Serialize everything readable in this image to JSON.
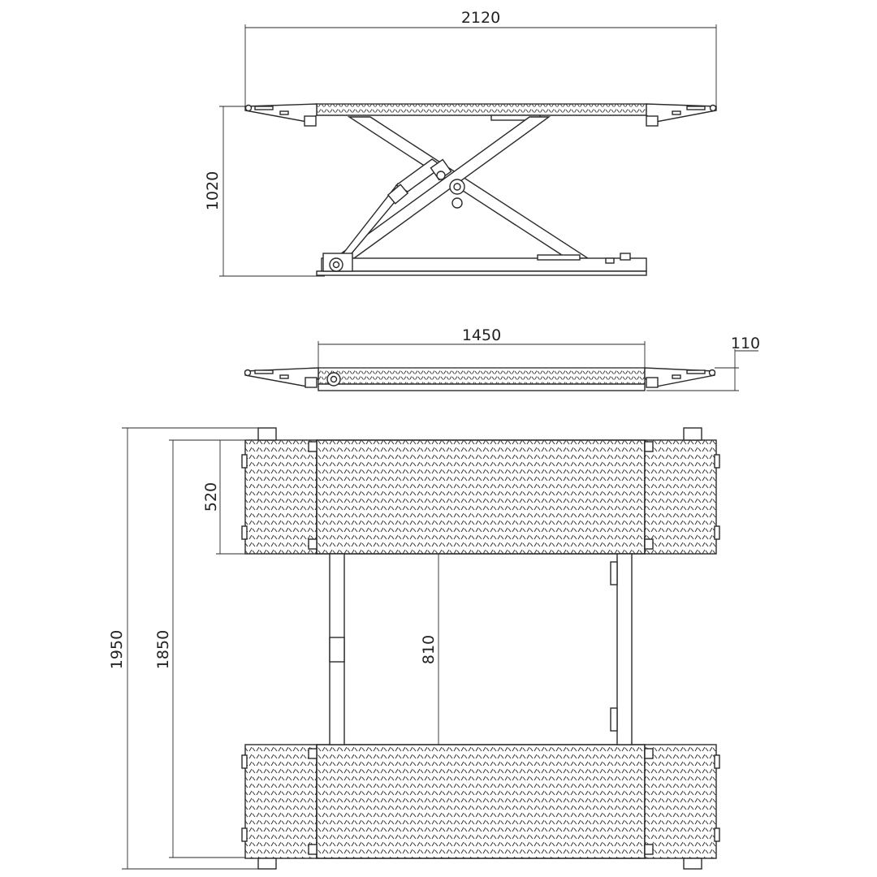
{
  "drawing": {
    "colors": {
      "line": "#2a2a2a",
      "plate": "#ffffff",
      "background": "#ffffff"
    },
    "dimensions": {
      "top_length": "2120",
      "lifted_height": "1020",
      "platform_length": "1450",
      "lowered_height": "110",
      "platform_width": "520",
      "inner_width": "1850",
      "overall_width": "1950",
      "gap": "810"
    }
  }
}
